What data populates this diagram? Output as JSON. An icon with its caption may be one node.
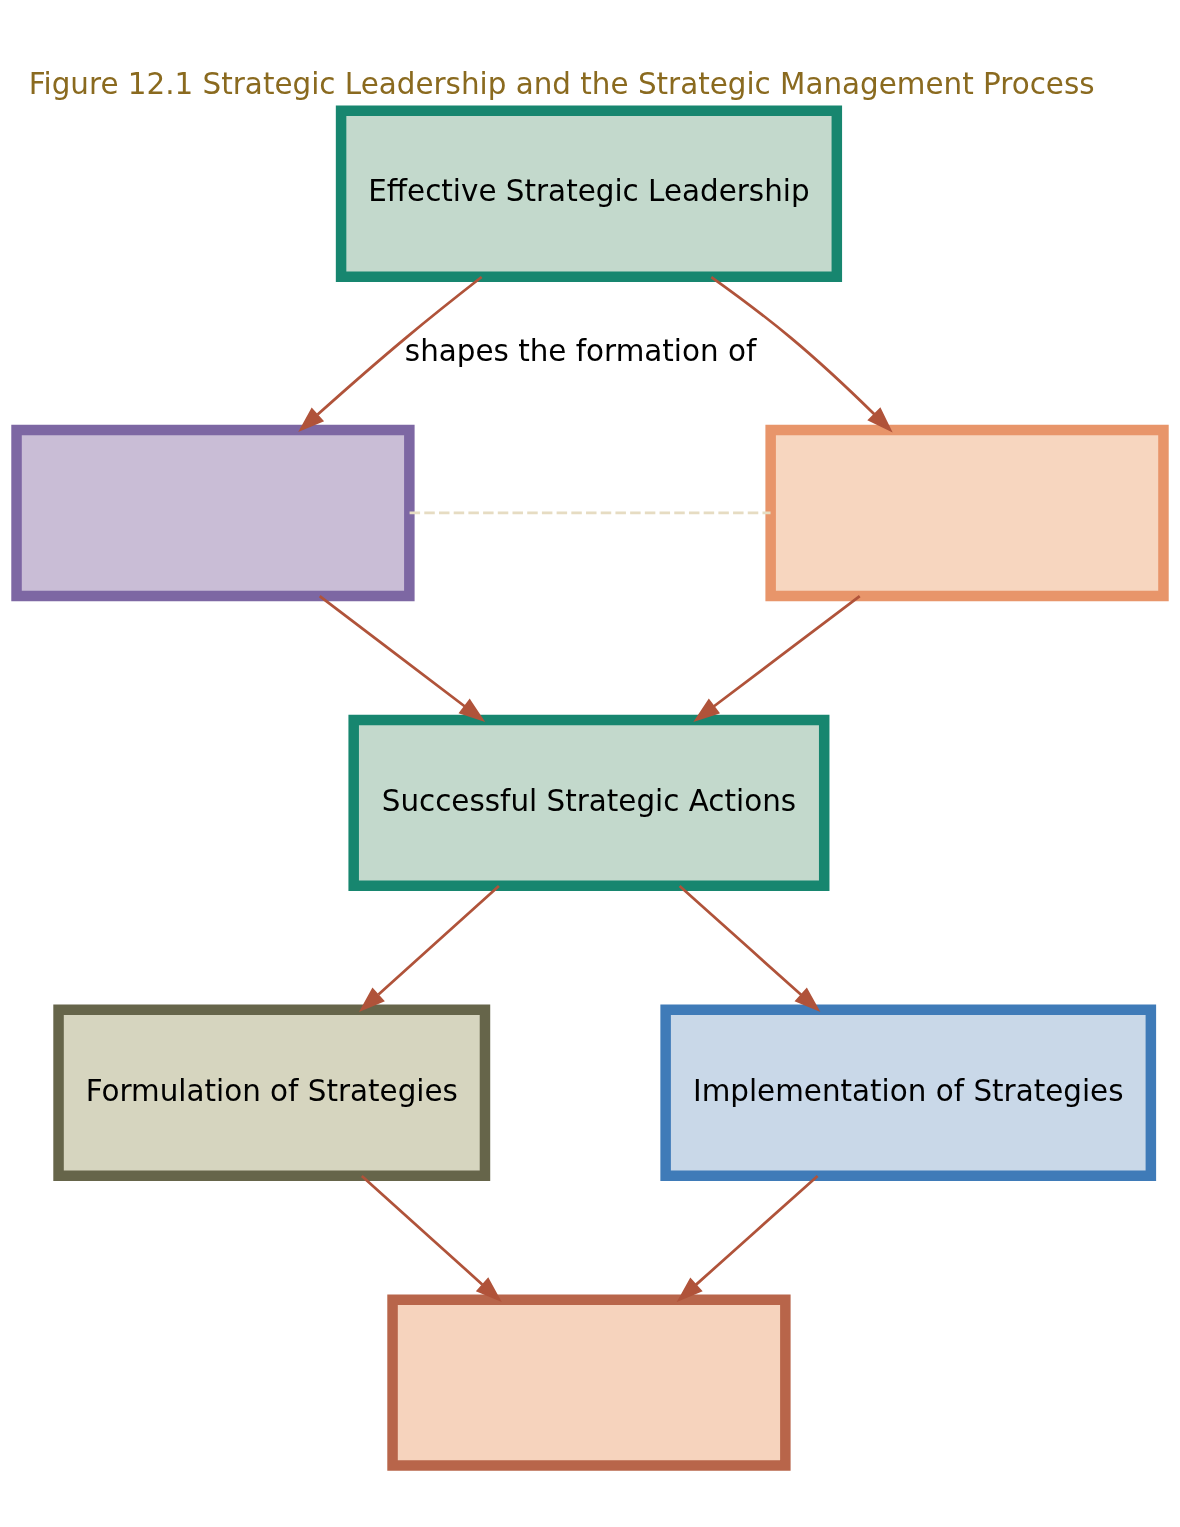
{
  "diagram": {
    "title": "Figure 12.1 Strategic Leadership and the Strategic Management Process",
    "nodes": [
      {
        "text": [
          "Effective Strategic Leadership"
        ]
      },
      {
        "text": [],
        "shape": "box"
      },
      {
        "text": [],
        "shape": "box"
      },
      {
        "text": [
          "Successful Strategic Actions"
        ]
      },
      {
        "text": [
          "Formulation of Strategies"
        ]
      },
      {
        "text": [
          "Implementation of Strategies"
        ]
      },
      {
        "text": [],
        "shape": "box"
      }
    ],
    "edges": [
      {
        "from": 0,
        "to": 1,
        "arrow": "to",
        "label": "shapes the formation of"
      },
      {
        "from": 0,
        "to": 2,
        "arrow": "to"
      },
      {
        "from": 1,
        "to": 2,
        "arrow": "none",
        "style": "dashed",
        "color": "#e6dcc2"
      },
      {
        "from": 1,
        "to": 3,
        "arrow": "to"
      },
      {
        "from": 2,
        "to": 3,
        "arrow": "to"
      },
      {
        "from": 3,
        "to": 4,
        "arrow": "to"
      },
      {
        "from": 3,
        "to": 5,
        "arrow": "to"
      },
      {
        "from": 4,
        "to": 6,
        "arrow": "to"
      },
      {
        "from": 5,
        "to": 6,
        "arrow": "to"
      }
    ]
  }
}
